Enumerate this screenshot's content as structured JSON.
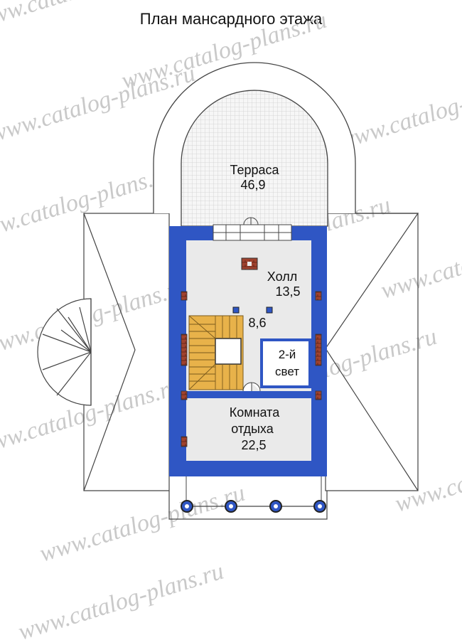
{
  "title": "План мансардного этажа",
  "watermark": "www.catalog-plans.ru",
  "rooms": {
    "terrace": {
      "name": "Терраса",
      "area": "46,9"
    },
    "hall": {
      "name": "Холл",
      "area": "13,5"
    },
    "stair_hall": {
      "area": "8,6"
    },
    "second_light": {
      "line1": "2-й",
      "line2": "свет"
    },
    "rest_room": {
      "line1": "Комната",
      "line2": "отдыха",
      "area": "22,5"
    }
  },
  "colors": {
    "wall": "#2f56c4",
    "floor": "#eaeaea",
    "stairs": "#e8b24a",
    "terrace_grid": "#cfcfcf",
    "watermark": "#c9c9c9"
  },
  "icons": [
    "fireplace-icon",
    "column-icon",
    "door-swing-icon"
  ]
}
